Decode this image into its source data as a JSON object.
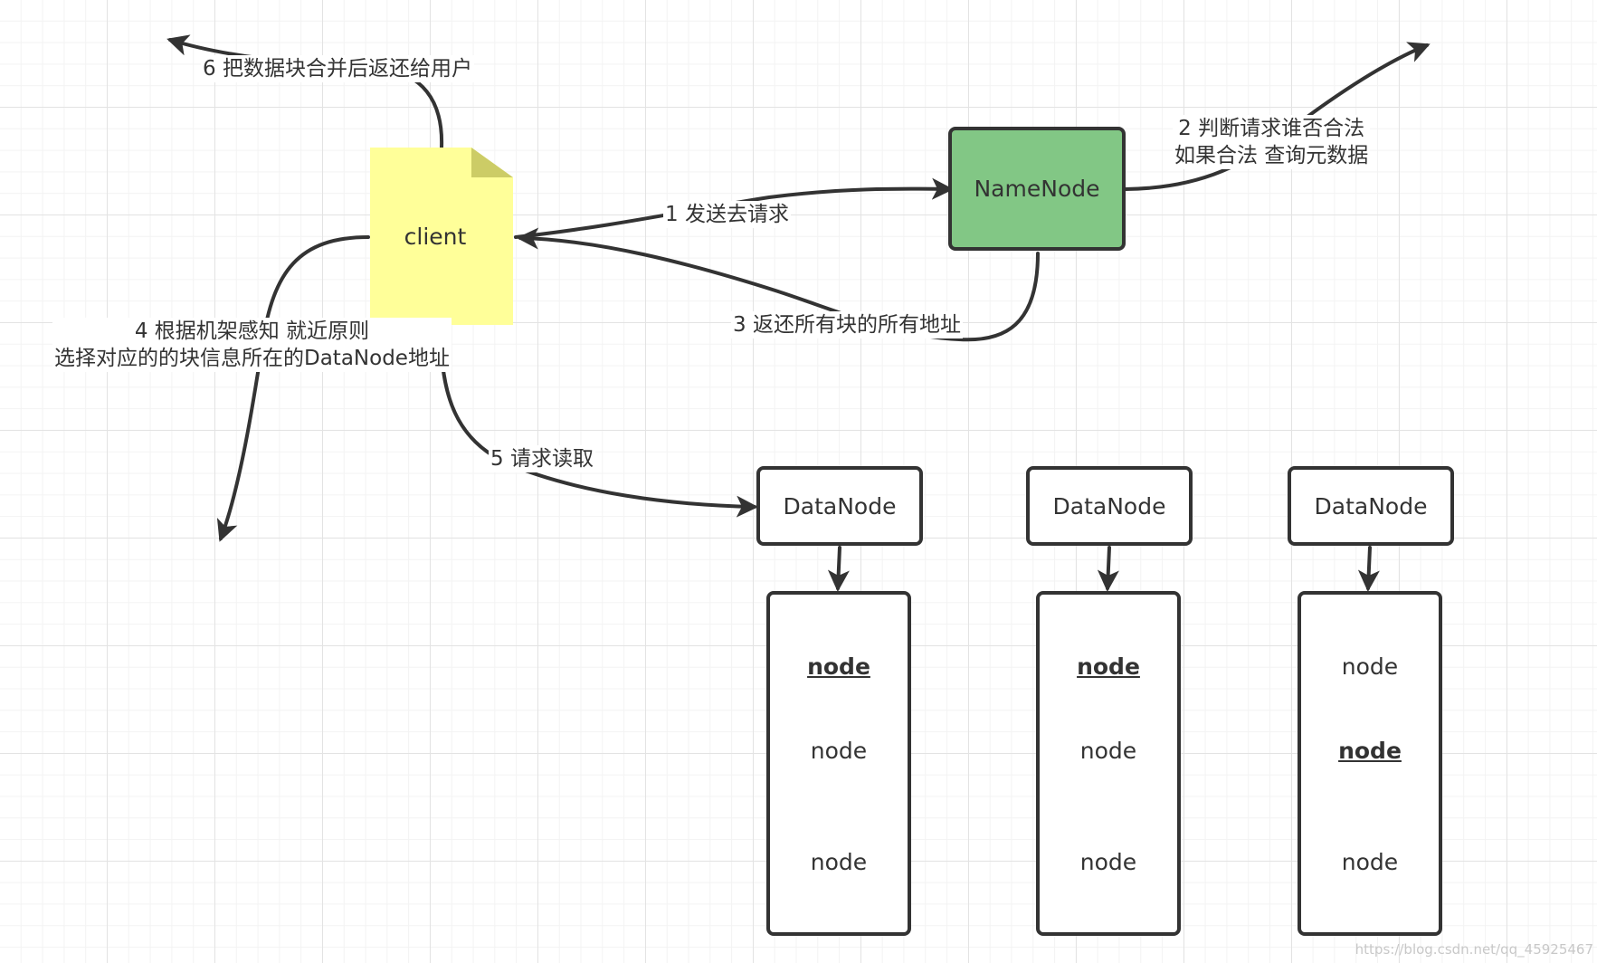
{
  "nodes": {
    "client": "client",
    "namenode": "NameNode",
    "datanodes": [
      "DataNode",
      "DataNode",
      "DataNode"
    ]
  },
  "blocks": [
    [
      {
        "text": "node",
        "bold": true
      },
      {
        "text": "node",
        "bold": false
      },
      {
        "text": "node",
        "bold": false
      }
    ],
    [
      {
        "text": "node",
        "bold": true
      },
      {
        "text": "node",
        "bold": false
      },
      {
        "text": "node",
        "bold": false
      }
    ],
    [
      {
        "text": "node",
        "bold": false
      },
      {
        "text": "node",
        "bold": true
      },
      {
        "text": "node",
        "bold": false
      }
    ]
  ],
  "edges": {
    "step1": "1 发送去请求",
    "step2_line1": "2 判断请求谁否合法",
    "step2_line2": "如果合法 查询元数据",
    "step3": "3 返还所有块的所有地址",
    "step4_line1": "4 根据机架感知 就近原则",
    "step4_line2": "选择对应的的块信息所在的DataNode地址",
    "step5": "5 请求读取",
    "step6": "6 把数据块合并后返还给用户"
  },
  "watermark": "https://blog.csdn.net/qq_45925467",
  "colors": {
    "line": "#333333",
    "namenode_fill": "#82c785",
    "note_fill": "#ffff99",
    "grid": "#e3e3e3"
  }
}
